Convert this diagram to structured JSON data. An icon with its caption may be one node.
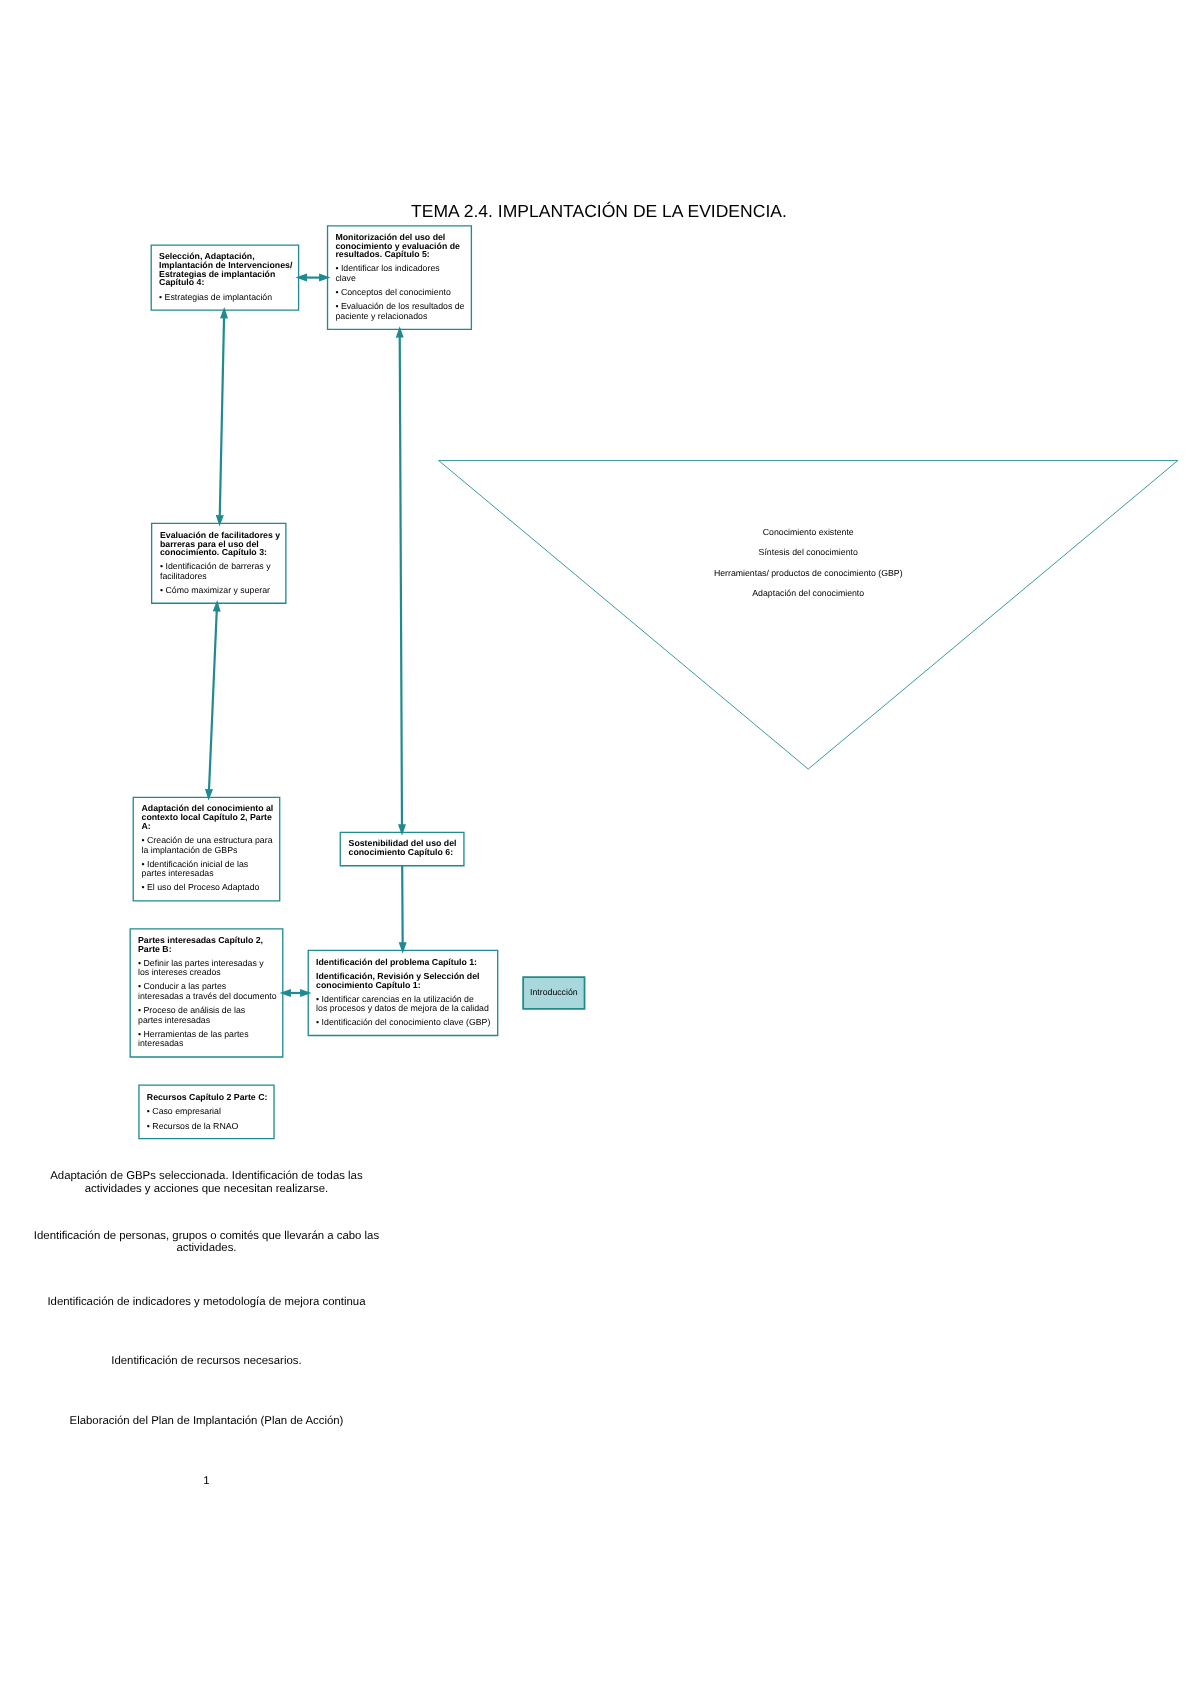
{
  "diagram": {
    "title": "TEMA 2.4. IMPLANTACIÓN DE LA EVIDENCIA.",
    "nodes": [
      {
        "text": [
          "Selección, Adaptación, Implantación de Intervenciones/ Estrategias de implantación Capítulo 4:",
          "• Estrategias de implantación"
        ]
      },
      {
        "text": [
          "Monitorización del uso del conocimiento y evaluación de resultados. Capítulo 5:",
          "• Identificar los indicadores clave",
          "• Conceptos del conocimiento",
          "• Evaluación de los resultados de paciente y relacionados"
        ]
      },
      {
        "text": [
          "Evaluación de facilitadores y barreras para el uso del conocimiento. Capítulo 3:",
          "• Identificación de barreras y facilitadores",
          "• Cómo maximizar y superar"
        ]
      },
      {
        "text": [
          "Conocimiento existente",
          "Síntesis del conocimiento",
          "Herramientas/ productos de conocimiento (GBP)",
          "Adaptación del conocimiento"
        ]
      },
      {
        "text": [
          "Sostenibilidad del uso del conocimiento Capítulo 6:"
        ]
      },
      {
        "text": [
          "Adaptación del conocimiento al contexto local Capítulo 2, Parte A:",
          "• Creación de una estructura para la implantación de GBPs",
          "• Identificación inicial de las partes interesadas",
          "• El uso del Proceso Adaptado"
        ]
      },
      {
        "text": [
          "Partes interesadas Capítulo 2, Parte B:",
          "• Definir las partes interesadas y los intereses creados",
          "• Conducir a las partes interesadas a través del documento",
          "• Proceso de análisis de las partes interesadas",
          "• Herramientas de las partes interesadas"
        ]
      },
      {
        "text": [
          "Recursos Capítulo 2 Parte C:",
          "• Caso empresarial",
          "• Recursos de la RNAO"
        ]
      },
      {
        "text": [
          "Identificación del problema Capítulo 1:",
          "Identificación, Revisión y Selección del conocimiento Capítulo 1:",
          "• Identificar carencias en la utilización de los procesos y datos de mejora de la calidad",
          "• Identificación del conocimiento clave (GBP)"
        ]
      },
      {
        "text": [
          "Introducción"
        ]
      }
    ],
    "edges": [
      {
        "from": 0,
        "to": 1,
        "arrow": "both"
      },
      {
        "from": 0,
        "to": 2,
        "arrow": "both"
      },
      {
        "from": 2,
        "to": 5,
        "arrow": "both"
      },
      {
        "from": 1,
        "to": 4,
        "arrow": "both"
      },
      {
        "from": 4,
        "to": 8,
        "arrow": "to"
      },
      {
        "from": 6,
        "to": 8,
        "arrow": "both"
      }
    ],
    "labels": [
      "Adaptación de GBPs seleccionada. Identificación de todas las actividades y acciones que necesitan realizarse.",
      "Identificación de personas, grupos o comités que llevarán a cabo las actividades.",
      "Identificación de indicadores y metodología de mejora continua",
      "Identificación de recursos necesarios.",
      "Elaboración del Plan de Implantación (Plan de Acción)",
      "1"
    ]
  }
}
